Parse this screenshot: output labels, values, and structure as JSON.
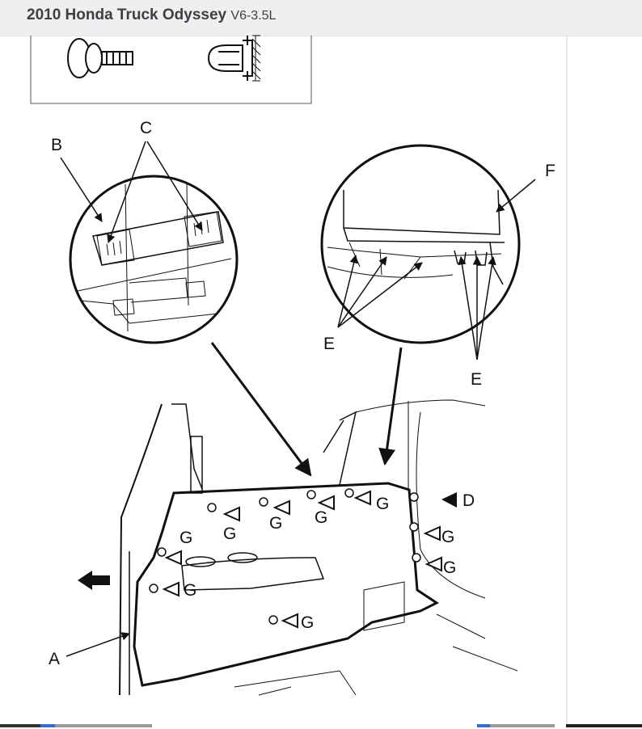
{
  "header": {
    "title": "2010 Honda Truck Odyssey",
    "engine": "V6-3.5L"
  },
  "callouts": {
    "a": "A",
    "b": "B",
    "c": "C",
    "d": "D",
    "e_left": "E",
    "e_right": "E",
    "f": "F",
    "g": "G"
  },
  "colors": {
    "header_bg": "#efefef",
    "title": "#3c3f47",
    "line": "#111111"
  }
}
